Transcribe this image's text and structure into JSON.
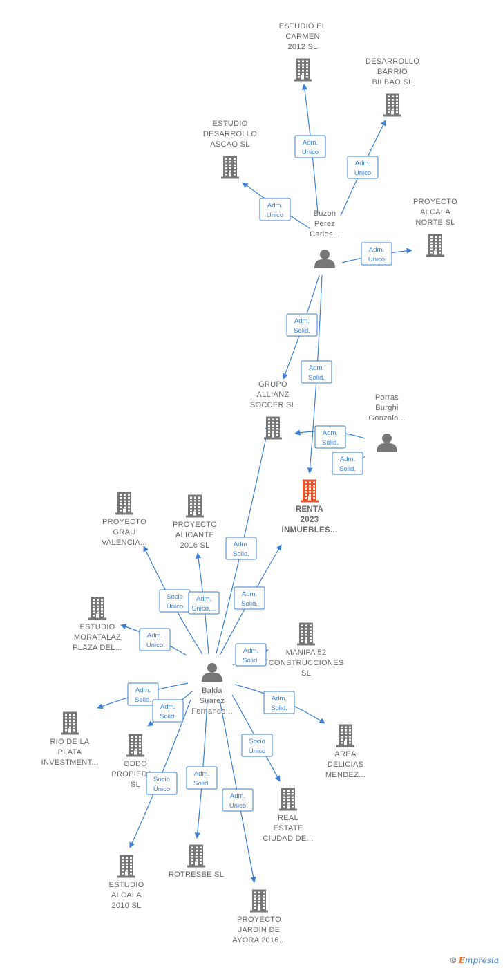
{
  "colors": {
    "edge": "#3a7fd5",
    "company": "#777777",
    "company_highlight": "#e8542b",
    "person": "#777777",
    "text": "#666666"
  },
  "nodes": [
    {
      "id": "estudio_carmen",
      "type": "company",
      "icon": "building-icon",
      "label": [
        "ESTUDIO EL",
        "CARMEN",
        "2012 SL"
      ]
    },
    {
      "id": "desarrollo_barrio",
      "type": "company",
      "icon": "building-icon",
      "label": [
        "DESARROLLO",
        "BARRIO",
        "BILBAO  SL"
      ]
    },
    {
      "id": "estudio_ascao",
      "type": "company",
      "icon": "building-icon",
      "label": [
        "ESTUDIO",
        "DESARROLLO",
        "ASCAO  SL"
      ]
    },
    {
      "id": "proyecto_alcala_norte",
      "type": "company",
      "icon": "building-icon",
      "label": [
        "PROYECTO",
        "ALCALA",
        "NORTE  SL"
      ]
    },
    {
      "id": "buzon",
      "type": "person",
      "icon": "person-icon",
      "label": [
        "Buzon",
        "Perez",
        "Carlos..."
      ]
    },
    {
      "id": "grupo_allianz",
      "type": "company",
      "icon": "building-icon",
      "label": [
        "GRUPO",
        "ALLIANZ",
        "SOCCER  SL"
      ]
    },
    {
      "id": "porras",
      "type": "person",
      "icon": "person-icon",
      "label": [
        "Porras",
        "Burghi",
        "Gonzalo..."
      ]
    },
    {
      "id": "renta_2023",
      "type": "company",
      "icon": "building-icon",
      "highlight": true,
      "label": [
        "RENTA",
        "2023",
        "INMUEBLES..."
      ]
    },
    {
      "id": "proyecto_grau",
      "type": "company",
      "icon": "building-icon",
      "label": [
        "PROYECTO",
        "GRAU",
        "VALENCIA..."
      ]
    },
    {
      "id": "proyecto_alicante",
      "type": "company",
      "icon": "building-icon",
      "label": [
        "PROYECTO",
        "ALICANTE",
        "2016  SL"
      ]
    },
    {
      "id": "estudio_moratalaz",
      "type": "company",
      "icon": "building-icon",
      "label": [
        "ESTUDIO",
        "MORATALAZ",
        "PLAZA DEL..."
      ]
    },
    {
      "id": "manipa",
      "type": "company",
      "icon": "building-icon",
      "label": [
        "MANIPA 52",
        "CONSTRUCCIONES",
        "SL"
      ]
    },
    {
      "id": "balda",
      "type": "person",
      "icon": "person-icon",
      "label": [
        "Balda",
        "Suarez",
        "Fernando..."
      ]
    },
    {
      "id": "rio_plata",
      "type": "company",
      "icon": "building-icon",
      "label": [
        "RIO DE LA",
        "PLATA",
        "INVESTMENT..."
      ]
    },
    {
      "id": "oddo",
      "type": "company",
      "icon": "building-icon",
      "label": [
        "ODDO",
        "PROPIEDA...",
        "SL"
      ]
    },
    {
      "id": "area_delicias",
      "type": "company",
      "icon": "building-icon",
      "label": [
        "AREA",
        "DELICIAS",
        "MENDEZ..."
      ]
    },
    {
      "id": "real_estate",
      "type": "company",
      "icon": "building-icon",
      "label": [
        "REAL",
        "ESTATE",
        "CIUDAD DE..."
      ]
    },
    {
      "id": "estudio_alcala",
      "type": "company",
      "icon": "building-icon",
      "label": [
        "ESTUDIO",
        "ALCALA",
        "2010 SL"
      ]
    },
    {
      "id": "rotresbe",
      "type": "company",
      "icon": "building-icon",
      "label": [
        "ROTRESBE  SL"
      ]
    },
    {
      "id": "proyecto_jardin",
      "type": "company",
      "icon": "building-icon",
      "label": [
        "PROYECTO",
        "JARDIN DE",
        "AYORA 2016..."
      ]
    }
  ],
  "relations": [
    {
      "from": "buzon",
      "to": "estudio_carmen",
      "label": [
        "Adm.",
        "Unico"
      ]
    },
    {
      "from": "buzon",
      "to": "desarrollo_barrio",
      "label": [
        "Adm.",
        "Unico"
      ]
    },
    {
      "from": "buzon",
      "to": "estudio_ascao",
      "label": [
        "Adm.",
        "Unico"
      ]
    },
    {
      "from": "buzon",
      "to": "proyecto_alcala_norte",
      "label": [
        "Adm.",
        "Unico"
      ]
    },
    {
      "from": "buzon",
      "to": "grupo_allianz",
      "label": [
        "Adm.",
        "Solid."
      ]
    },
    {
      "from": "buzon",
      "to": "renta_2023",
      "label": [
        "Adm.",
        "Solid."
      ]
    },
    {
      "from": "porras",
      "to": "grupo_allianz",
      "label": [
        "Adm.",
        "Solid."
      ]
    },
    {
      "from": "porras",
      "to": "renta_2023",
      "label": [
        "Adm.",
        "Solid."
      ]
    },
    {
      "from": "balda",
      "to": "grupo_allianz",
      "label": [
        "Adm.",
        "Solid."
      ]
    },
    {
      "from": "balda",
      "to": "renta_2023",
      "label": [
        "Adm.",
        "Solid."
      ]
    },
    {
      "from": "balda",
      "to": "proyecto_grau",
      "label": [
        "Socio",
        "Único"
      ]
    },
    {
      "from": "balda",
      "to": "proyecto_alicante",
      "label": [
        "Adm.",
        "Unico,..."
      ]
    },
    {
      "from": "balda",
      "to": "estudio_moratalaz",
      "label": [
        "Adm.",
        "Unico"
      ]
    },
    {
      "from": "balda",
      "to": "manipa",
      "label": [
        "Adm.",
        "Solid."
      ]
    },
    {
      "from": "balda",
      "to": "rio_plata",
      "label": [
        "Adm.",
        "Solid."
      ]
    },
    {
      "from": "balda",
      "to": "oddo",
      "label": [
        "Adm.",
        "Solid."
      ]
    },
    {
      "from": "balda",
      "to": "area_delicias",
      "label": [
        "Adm.",
        "Solid."
      ]
    },
    {
      "from": "balda",
      "to": "real_estate",
      "label": [
        "Socio",
        "Único"
      ]
    },
    {
      "from": "balda",
      "to": "estudio_alcala",
      "label": [
        "Socio",
        "Único"
      ]
    },
    {
      "from": "balda",
      "to": "rotresbe",
      "label": [
        "Adm.",
        "Solid."
      ]
    },
    {
      "from": "balda",
      "to": "proyecto_jardin",
      "label": [
        "Adm.",
        "Unico"
      ]
    }
  ],
  "footer": {
    "copyright": "©",
    "brand_first": "E",
    "brand_rest": "mpresia"
  }
}
